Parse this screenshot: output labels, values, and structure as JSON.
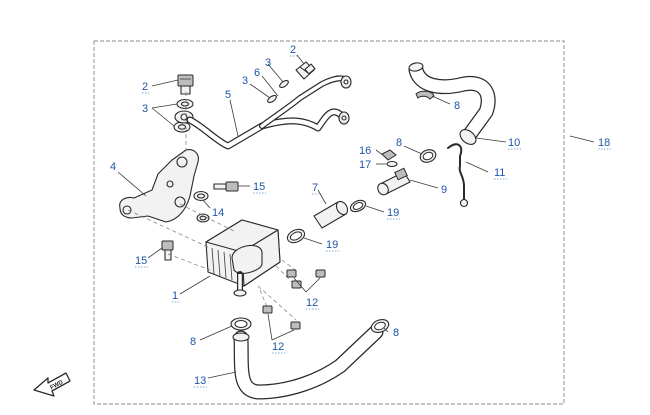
{
  "diagram": {
    "callouts": {
      "n1": "1",
      "n2a": "2",
      "n2b": "2",
      "n3a": "3",
      "n3b": "3",
      "n3c": "3",
      "n4": "4",
      "n5": "5",
      "n6": "6",
      "n7": "7",
      "n8a": "8",
      "n8b": "8",
      "n8c": "8",
      "n8d": "8",
      "n9": "9",
      "n10": "10",
      "n11": "11",
      "n12a": "12",
      "n12b": "12",
      "n13": "13",
      "n14": "14",
      "n15a": "15",
      "n15b": "15",
      "n16": "16",
      "n17": "17",
      "n18": "18",
      "n19a": "19",
      "n19b": "19"
    },
    "fwd_label": "FWD",
    "colors": {
      "callout": "#1d57a6",
      "line": "#2a2a2a",
      "frame": "#888888"
    }
  }
}
